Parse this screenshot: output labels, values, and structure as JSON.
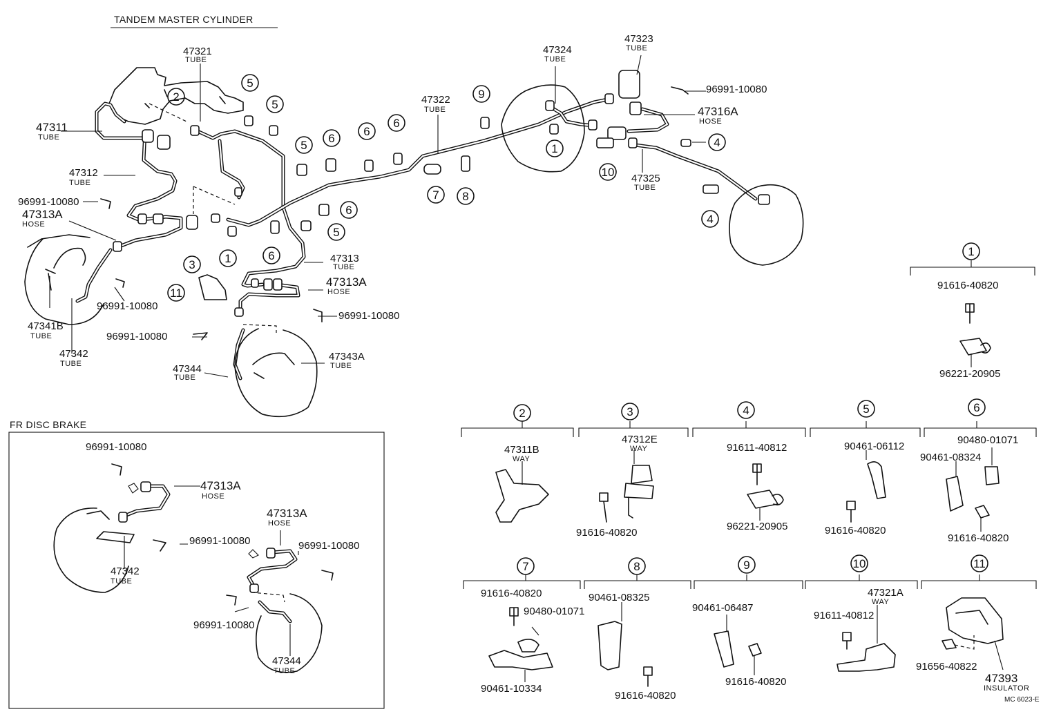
{
  "header": {
    "title": "TANDEM MASTER CYLINDER"
  },
  "inset": {
    "title": "FR DISC BRAKE"
  },
  "footer": {
    "code": "MC 6023-E"
  },
  "main": {
    "p47321": {
      "num": "47321",
      "sub": "TUBE"
    },
    "p47311": {
      "num": "47311",
      "sub": "TUBE"
    },
    "p47312": {
      "num": "47312",
      "sub": "TUBE"
    },
    "p47313A_l": {
      "num": "47313A",
      "sub": "HOSE"
    },
    "p47341B": {
      "num": "47341B",
      "sub": "TUBE"
    },
    "p47342": {
      "num": "47342",
      "sub": "TUBE"
    },
    "p47322": {
      "num": "47322",
      "sub": "TUBE"
    },
    "p47324": {
      "num": "47324",
      "sub": "TUBE"
    },
    "p47323": {
      "num": "47323",
      "sub": "TUBE"
    },
    "p47316A": {
      "num": "47316A",
      "sub": "HOSE"
    },
    "p47325": {
      "num": "47325",
      "sub": "TUBE"
    },
    "p47313": {
      "num": "47313",
      "sub": "TUBE"
    },
    "p47313A_m": {
      "num": "47313A",
      "sub": "HOSE"
    },
    "p47344": {
      "num": "47344",
      "sub": "TUBE"
    },
    "p47343A": {
      "num": "47343A",
      "sub": "TUBE"
    },
    "clip_a": "96991-10080",
    "clip_b": "96991-10080",
    "clip_c": "96991-10080",
    "clip_d": "96991-10080",
    "clip_e": "96991-10080",
    "callouts": [
      "2",
      "5",
      "5",
      "5",
      "6",
      "6",
      "6",
      "7",
      "8",
      "9",
      "1",
      "10",
      "4",
      "4",
      "6",
      "5",
      "6",
      "3",
      "1",
      "11"
    ]
  },
  "fr": {
    "clip1": "96991-10080",
    "hose1": {
      "num": "47313A",
      "sub": "HOSE"
    },
    "clip2": "96991-10080",
    "hose2": {
      "num": "47313A",
      "sub": "HOSE"
    },
    "clip3": "96991-10080",
    "clip4": "96991-10080",
    "tube1": {
      "num": "47342",
      "sub": "TUBE"
    },
    "tube2": {
      "num": "47344",
      "sub": "TUBE"
    }
  },
  "groups": {
    "g1": {
      "n": "1",
      "a": "91616-40820",
      "b": "96221-20905"
    },
    "g2": {
      "n": "2",
      "a": "47311B",
      "sub": "WAY"
    },
    "g3": {
      "n": "3",
      "a": "47312E",
      "sub": "WAY",
      "b": "91616-40820"
    },
    "g4": {
      "n": "4",
      "a": "91611-40812",
      "b": "96221-20905"
    },
    "g5": {
      "n": "5",
      "a": "90461-06112",
      "b": "91616-40820"
    },
    "g6": {
      "n": "6",
      "a": "90480-01071",
      "b": "90461-08324",
      "c": "91616-40820"
    },
    "g7": {
      "n": "7",
      "a": "91616-40820",
      "b": "90480-01071",
      "c": "90461-10334"
    },
    "g8": {
      "n": "8",
      "a": "90461-08325",
      "b": "91616-40820"
    },
    "g9": {
      "n": "9",
      "a": "90461-06487",
      "b": "91616-40820"
    },
    "g10": {
      "n": "10",
      "a": "47321A",
      "sub": "WAY",
      "b": "91611-40812"
    },
    "g11": {
      "n": "11",
      "a": "91656-40822",
      "b": "47393",
      "sub": "INSULATOR"
    }
  }
}
